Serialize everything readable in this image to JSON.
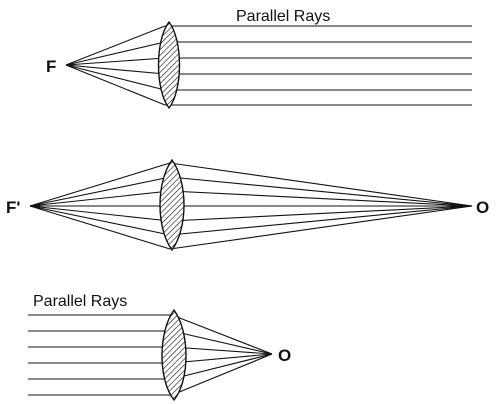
{
  "diagram1": {
    "title": "Parallel Rays",
    "focus_label": "F"
  },
  "diagram2": {
    "left_label": "F'",
    "right_label": "O"
  },
  "diagram3": {
    "title": "Parallel Rays",
    "image_label": "O"
  },
  "colors": {
    "ink": "#111111",
    "background": "#ffffff"
  }
}
